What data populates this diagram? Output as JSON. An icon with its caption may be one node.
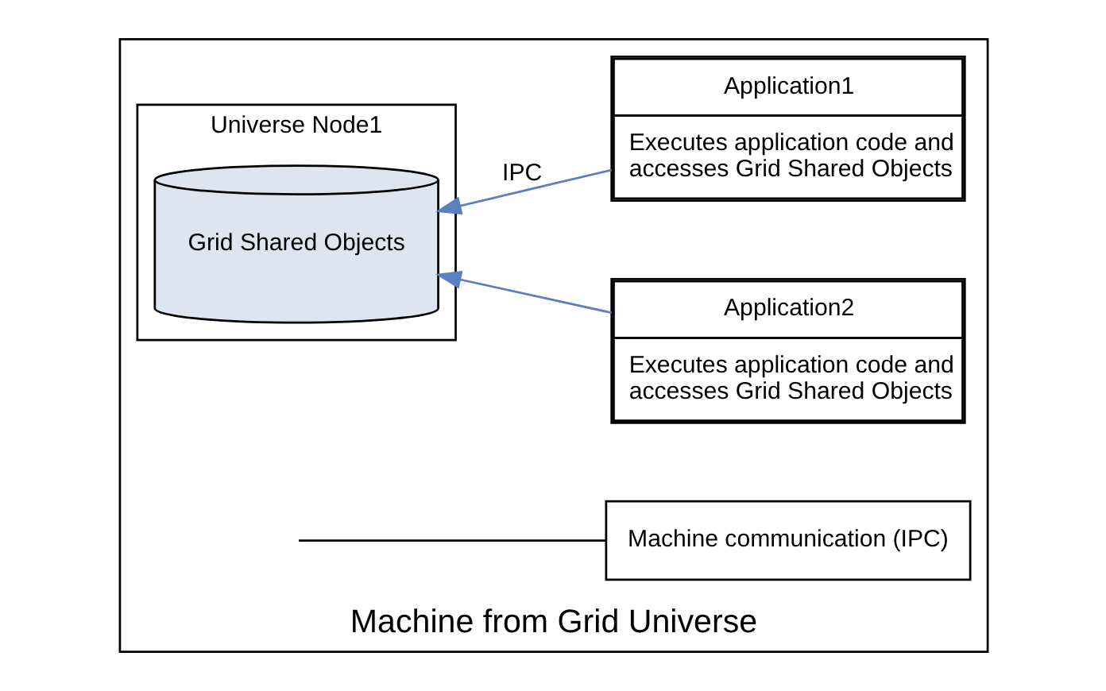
{
  "diagram": {
    "nodes": [
      {
        "text": [
          "Machine from Grid Universe"
        ]
      },
      {
        "text": [
          "Universe Node1"
        ],
        "in": 0
      },
      {
        "text": [
          "Grid Shared Objects"
        ],
        "in": 1
      },
      {
        "text": [
          "Application1",
          "Executes application code and accesses Grid Shared Objects"
        ],
        "in": 0
      },
      {
        "text": [
          "Application2",
          "Executes application code and accesses Grid Shared Objects"
        ],
        "in": 0
      },
      {
        "text": [
          "Machine communication (IPC)"
        ],
        "in": 0
      }
    ],
    "edges": [
      {
        "from": 3,
        "to": 2,
        "arrow": "to",
        "label": "IPC",
        "color": "#5b7fc0"
      },
      {
        "from": 4,
        "to": 2,
        "arrow": "to",
        "color": "#5b7fc0"
      },
      {
        "from": 5,
        "to": null,
        "arrow": "none",
        "color": "#000000"
      }
    ]
  }
}
